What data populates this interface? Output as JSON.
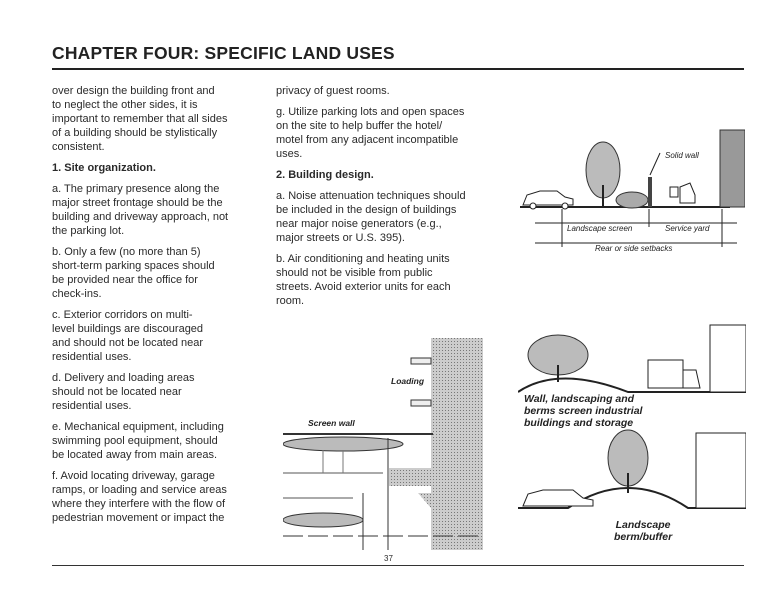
{
  "header": {
    "title": "CHAPTER FOUR: SPECIFIC LAND USES"
  },
  "left_column": {
    "p1": "over design the building front and\nto neglect the other sides, it is\nimportant to remember that all sides\nof a building should be stylistically\nconsistent.",
    "h1": "1. Site organization.",
    "a": "a. The primary presence along the\nmajor street frontage should be the\nbuilding and driveway approach, not\nthe parking lot.",
    "b": "b. Only a few (no more than 5)\nshort-term parking spaces should\nbe provided near the office for\ncheck-ins.",
    "c": "c. Exterior corridors on multi-\nlevel buildings are discouraged\nand should not be located near\nresidential uses.",
    "d": "d. Delivery and loading areas\nshould not be located near\nresidential uses.",
    "e": "e. Mechanical equipment, including\nswimming pool equipment, should\nbe located away from main areas.",
    "f": "f. Avoid locating driveway, garage\nramps, or loading and service areas\nwhere they interfere with the flow of\npedestrian movement or impact the"
  },
  "middle_column": {
    "p1": "privacy of guest rooms.",
    "g": "g. Utilize parking lots and open spaces\non the site to help buffer the hotel/\nmotel from any adjacent incompatible\nuses.",
    "h2": "2. Building design.",
    "a": "a. Noise attenuation techniques should\nbe included in the design of buildings\nnear major noise generators (e.g.,\nmajor streets or U.S. 395).",
    "b": "b. Air conditioning and heating units\nshould not be visible from public\nstreets. Avoid exterior units for each\nroom."
  },
  "figures": {
    "setback": {
      "solid_wall": "Solid wall",
      "landscape_screen": "Landscape screen",
      "service_yard": "Service yard",
      "setbacks": "Rear or side setbacks"
    },
    "plan": {
      "loading": "Loading",
      "screen_wall": "Screen wall"
    },
    "berm1": {
      "caption": "Wall, landscaping and\nberms screen industrial\nbuildings and storage"
    },
    "berm2": {
      "caption": "Landscape\nberm/buffer"
    }
  },
  "footer": {
    "page_number": "37"
  }
}
